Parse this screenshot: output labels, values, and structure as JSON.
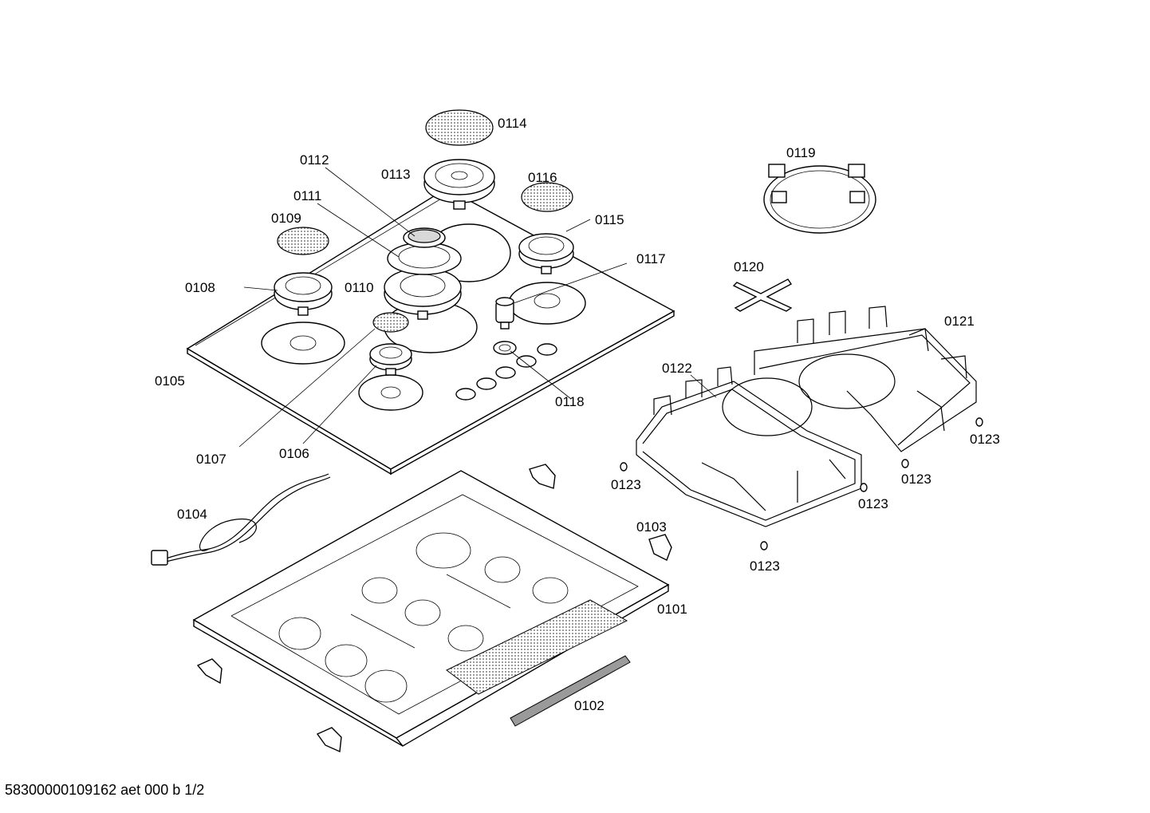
{
  "footer_text": "58300000109162 aet 000 b 1/2",
  "labels": {
    "p0101": "0101",
    "p0102": "0102",
    "p0103": "0103",
    "p0104": "0104",
    "p0105": "0105",
    "p0106": "0106",
    "p0107": "0107",
    "p0108": "0108",
    "p0109": "0109",
    "p0110": "0110",
    "p0111": "0111",
    "p0112": "0112",
    "p0113": "0113",
    "p0114": "0114",
    "p0115": "0115",
    "p0116": "0116",
    "p0117": "0117",
    "p0118": "0118",
    "p0119": "0119",
    "p0120": "0120",
    "p0121": "0121",
    "p0122": "0122",
    "p0123a": "0123",
    "p0123b": "0123",
    "p0123c": "0123",
    "p0123d": "0123",
    "p0123e": "0123"
  }
}
